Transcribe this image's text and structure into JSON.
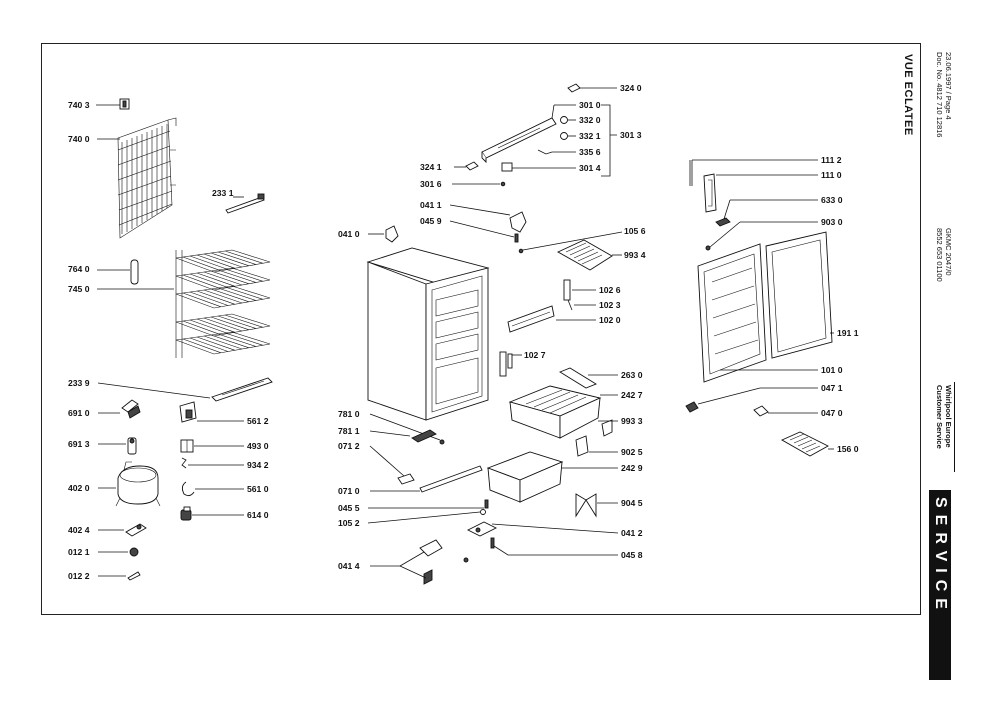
{
  "title": "VUE ECLATEE",
  "doc_info": [
    "23.06.1997 / Page 4",
    "Doc. No. 4812 710 12816"
  ],
  "model": [
    "GKMC 2047/0",
    "8552 653 01100"
  ],
  "company": [
    "Whirlpool Europe",
    "Customer Service"
  ],
  "service": "SERVICE",
  "parts_left": [
    "740 3",
    "740 0",
    "233 1",
    "764 0",
    "745 0",
    "233 9",
    "691 0",
    "561 2",
    "691 3",
    "493 0",
    "934 2",
    "402 0",
    "561 0",
    "614 0",
    "402 4",
    "012 1",
    "012 2"
  ],
  "parts_center": [
    "324 0",
    "301 0",
    "332 0",
    "332 1",
    "301 3",
    "335 6",
    "324 1",
    "301 4",
    "301 6",
    "041 1",
    "045 9",
    "105 6",
    "041 0",
    "993 4",
    "102 6",
    "102 3",
    "102 0",
    "102 7",
    "263 0",
    "242 7",
    "781 0",
    "781 1",
    "993 3",
    "071 2",
    "902 5",
    "242 9",
    "071 0",
    "045 5",
    "904 5",
    "105 2",
    "041 2",
    "045 8",
    "041 4"
  ],
  "parts_right": [
    "111 2",
    "111 0",
    "633 0",
    "903 0",
    "191 1",
    "101 0",
    "047 1",
    "047 0",
    "156 0"
  ],
  "colors": {
    "ink": "#111111",
    "paper": "#ffffff",
    "band": "#111111"
  }
}
